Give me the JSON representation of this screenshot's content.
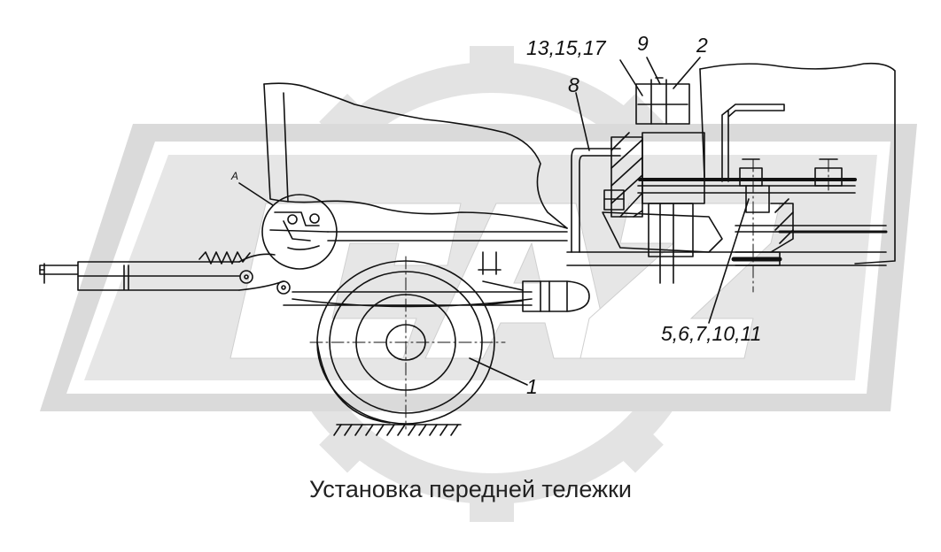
{
  "figure": {
    "caption": "Установка передней тележки",
    "callouts": {
      "c_13_15_17": "13,15,17",
      "c_9": "9",
      "c_2": "2",
      "c_8": "8",
      "c_5_6_7_10_11": "5,6,7,10,11",
      "c_1": "1",
      "c_a": "A"
    },
    "watermark": {
      "text": "GAZ",
      "color": "#d9d9d9"
    },
    "colors": {
      "ink": "#111111",
      "background": "#ffffff"
    }
  }
}
